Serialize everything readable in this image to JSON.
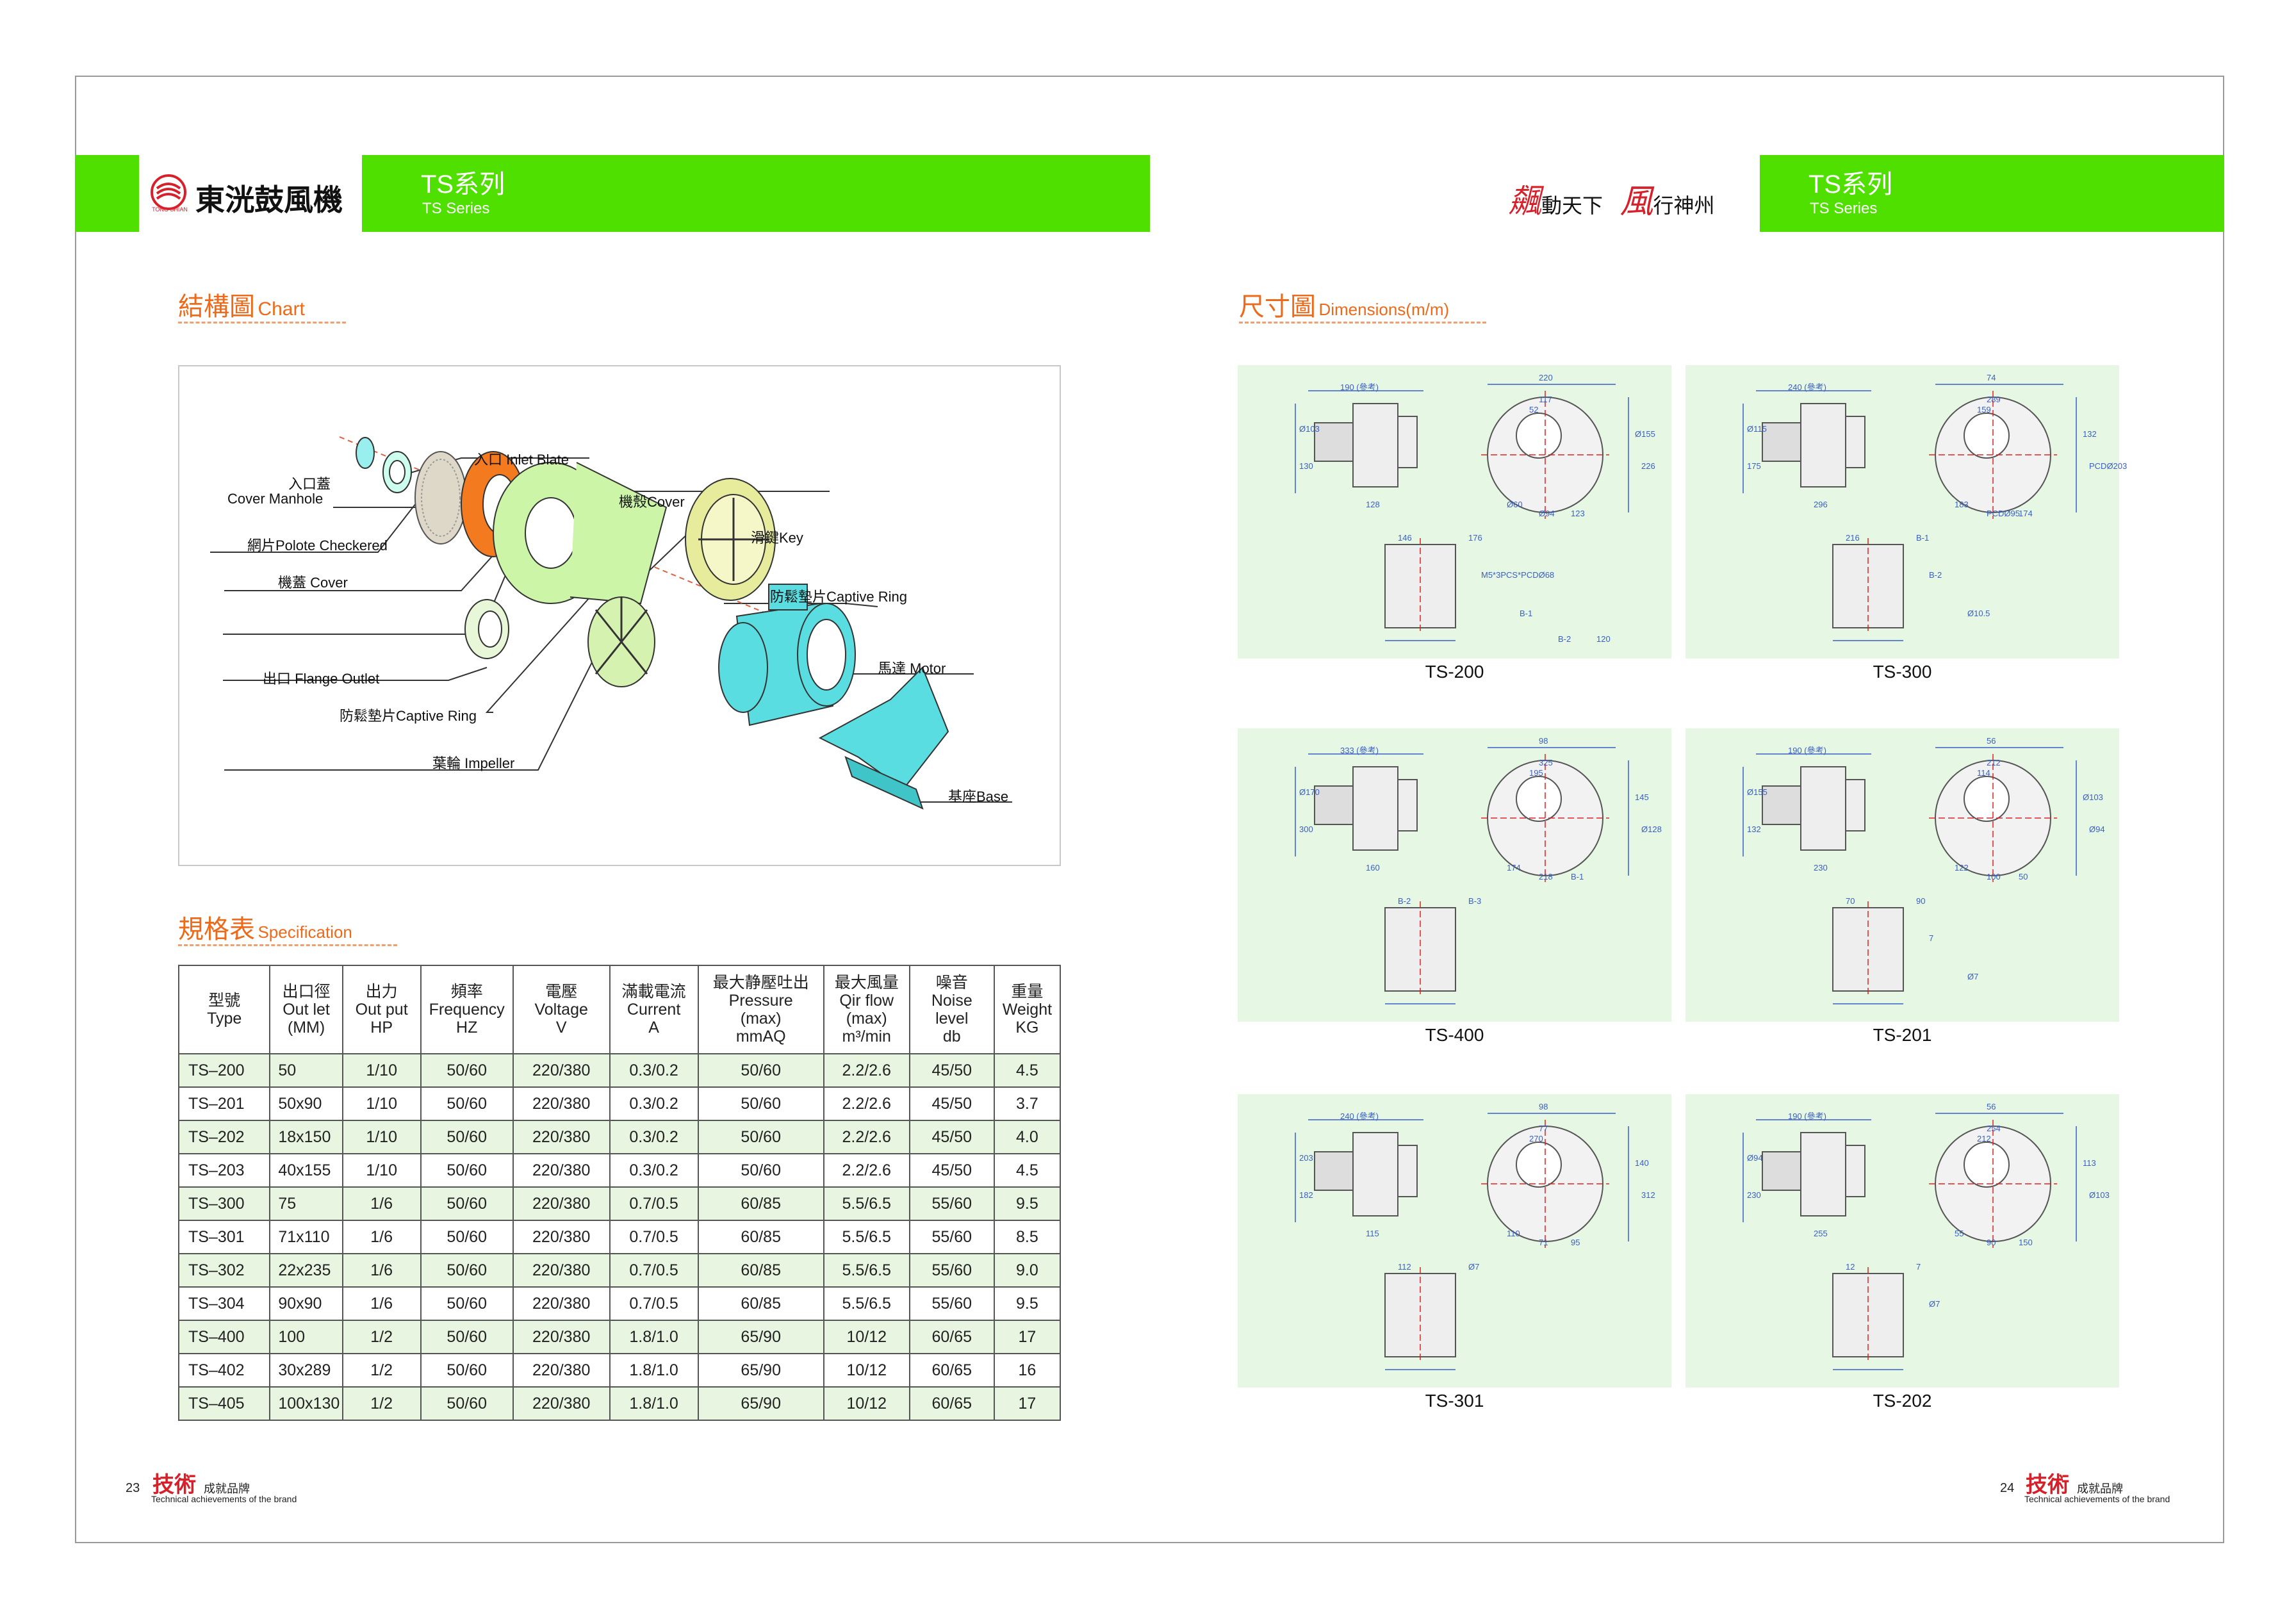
{
  "left_page": {
    "brand": {
      "name": "東洸鼓風機",
      "logo_text": "TONG SHIAN"
    },
    "series_title": "TS系列",
    "series_sub": "TS Series",
    "chart_section": {
      "cn": "結構圖",
      "en": "Chart"
    },
    "parts": {
      "inlet_blate": "入口 Inlet Blate",
      "cover_manhole_cn": "入口蓋",
      "cover_manhole_en": "Cover Manhole",
      "polote_checkered": "網片Polote Checkered",
      "cover_body": "機殼Cover",
      "key": "滑鍵Key",
      "cover": "機蓋 Cover",
      "captive_ring_right": "防鬆墊片Captive Ring",
      "motor": "馬達 Motor",
      "flange_outlet": "出口 Flange Outlet",
      "captive_ring_left": "防鬆墊片Captive Ring",
      "impeller": "葉輪 Impeller",
      "base": "基座Base"
    },
    "spec_section": {
      "cn": "規格表",
      "en": "Specification"
    },
    "spec_table": {
      "headers": [
        [
          "型號",
          "Type"
        ],
        [
          "出口徑",
          "Out let",
          "(MM)"
        ],
        [
          "出力",
          "Out put",
          "HP"
        ],
        [
          "頻率",
          "Frequency",
          "HZ"
        ],
        [
          "電壓",
          "Voltage",
          "V"
        ],
        [
          "滿載電流",
          "Current",
          "A"
        ],
        [
          "最大静壓吐出",
          "Pressure",
          "(max)",
          "mmAQ"
        ],
        [
          "最大風量",
          "Qir flow",
          "(max)",
          "m³/min"
        ],
        [
          "噪音",
          "Noise",
          "level",
          "db"
        ],
        [
          "重量",
          "Weight",
          "KG"
        ]
      ],
      "rows": [
        [
          "TS–200",
          "50",
          "1/10",
          "50/60",
          "220/380",
          "0.3/0.2",
          "50/60",
          "2.2/2.6",
          "45/50",
          "4.5"
        ],
        [
          "TS–201",
          "50x90",
          "1/10",
          "50/60",
          "220/380",
          "0.3/0.2",
          "50/60",
          "2.2/2.6",
          "45/50",
          "3.7"
        ],
        [
          "TS–202",
          "18x150",
          "1/10",
          "50/60",
          "220/380",
          "0.3/0.2",
          "50/60",
          "2.2/2.6",
          "45/50",
          "4.0"
        ],
        [
          "TS–203",
          "40x155",
          "1/10",
          "50/60",
          "220/380",
          "0.3/0.2",
          "50/60",
          "2.2/2.6",
          "45/50",
          "4.5"
        ],
        [
          "TS–300",
          "75",
          "1/6",
          "50/60",
          "220/380",
          "0.7/0.5",
          "60/85",
          "5.5/6.5",
          "55/60",
          "9.5"
        ],
        [
          "TS–301",
          "71x110",
          "1/6",
          "50/60",
          "220/380",
          "0.7/0.5",
          "60/85",
          "5.5/6.5",
          "55/60",
          "8.5"
        ],
        [
          "TS–302",
          "22x235",
          "1/6",
          "50/60",
          "220/380",
          "0.7/0.5",
          "60/85",
          "5.5/6.5",
          "55/60",
          "9.0"
        ],
        [
          "TS–304",
          "90x90",
          "1/6",
          "50/60",
          "220/380",
          "0.7/0.5",
          "60/85",
          "5.5/6.5",
          "55/60",
          "9.5"
        ],
        [
          "TS–400",
          "100",
          "1/2",
          "50/60",
          "220/380",
          "1.8/1.0",
          "65/90",
          "10/12",
          "60/65",
          "17"
        ],
        [
          "TS–402",
          "30x289",
          "1/2",
          "50/60",
          "220/380",
          "1.8/1.0",
          "65/90",
          "10/12",
          "60/65",
          "16"
        ],
        [
          "TS–405",
          "100x130",
          "1/2",
          "50/60",
          "220/380",
          "1.8/1.0",
          "65/90",
          "10/12",
          "60/65",
          "17"
        ]
      ]
    },
    "footer": {
      "page": "23",
      "cn1": "技術",
      "cn2": "成就品牌",
      "en": "Technical achievements of the brand"
    }
  },
  "right_page": {
    "slogan_1": "動天下",
    "slogan_2": "行神州",
    "series_title": "TS系列",
    "series_sub": "TS Series",
    "dim_section": {
      "cn": "尺寸圖",
      "en": "Dimensions(m/m)"
    },
    "drawings": [
      {
        "caption": "TS-200",
        "dims": [
          "190 (參考)",
          "220",
          "117",
          "52",
          "Ø155",
          "226",
          "Ø103",
          "130",
          "128",
          "Ø60",
          "Ø94",
          "123",
          "146",
          "176",
          "M5*3PCS*PCDØ68",
          "B-1",
          "B-2",
          "120"
        ]
      },
      {
        "caption": "TS-300",
        "dims": [
          "240 (參考)",
          "74",
          "289",
          "159",
          "132",
          "PCDØ203",
          "Ø115",
          "175",
          "296",
          "183",
          "PCDØ95",
          "174",
          "216",
          "B-1",
          "B-2",
          "Ø10.5"
        ]
      },
      {
        "caption": "TS-400",
        "dims": [
          "333 (參考)",
          "98",
          "325",
          "195",
          "145",
          "Ø128",
          "Ø170",
          "300",
          "160",
          "174",
          "218",
          "B-1",
          "B-2",
          "B-3"
        ]
      },
      {
        "caption": "TS-201",
        "dims": [
          "190 (參考)",
          "56",
          "212",
          "114",
          "Ø103",
          "Ø94",
          "Ø155",
          "132",
          "230",
          "122",
          "100",
          "50",
          "70",
          "90",
          "7",
          "Ø7"
        ]
      },
      {
        "caption": "TS-301",
        "dims": [
          "240 (參考)",
          "98",
          "77",
          "270",
          "140",
          "312",
          "203",
          "182",
          "115",
          "110",
          "71",
          "95",
          "112",
          "Ø7"
        ]
      },
      {
        "caption": "TS-202",
        "dims": [
          "190 (參考)",
          "56",
          "254",
          "212",
          "113",
          "Ø103",
          "Ø94",
          "230",
          "255",
          "55",
          "90",
          "150",
          "12",
          "7",
          "Ø7"
        ]
      }
    ],
    "footer": {
      "page": "24",
      "cn1": "技術",
      "cn2": "成就品牌",
      "en": "Technical achievements of the brand"
    }
  }
}
